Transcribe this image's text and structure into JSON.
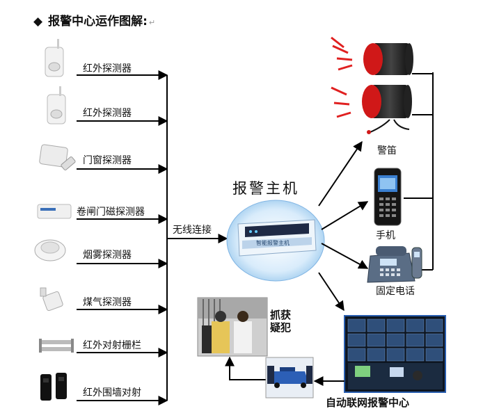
{
  "heading": {
    "bullet": "◆",
    "text": "报警中心运作图解:",
    "mark": "↵"
  },
  "sensors": [
    {
      "label": "红外探测器",
      "icon": "pir-sensor-icon"
    },
    {
      "label": "红外探测器",
      "icon": "pir-sensor-icon"
    },
    {
      "label": "门窗探测器",
      "icon": "door-window-sensor-icon"
    },
    {
      "label": "卷闸门磁探测器",
      "icon": "shutter-magnetic-sensor-icon"
    },
    {
      "label": "烟雾探测器",
      "icon": "smoke-detector-icon"
    },
    {
      "label": "煤气探测器",
      "icon": "gas-detector-icon"
    },
    {
      "label": "红外对射栅栏",
      "icon": "infrared-beam-fence-icon"
    },
    {
      "label": "红外围墙对射",
      "icon": "infrared-wall-beam-icon"
    }
  ],
  "wireless_label": "无线连接",
  "host": {
    "title": "报警主机",
    "panel_text": "智能报警主机"
  },
  "outputs": {
    "siren": "警笛",
    "mobile": "手机",
    "landline": "固定电话"
  },
  "center_label": "自动联网报警中心",
  "arrest_label": [
    "抓获",
    "疑犯"
  ],
  "colors": {
    "arrow": "#000000",
    "siren_red": "#d01818",
    "spark_red": "#e02020",
    "screen_blue": "#2a5fb0"
  }
}
